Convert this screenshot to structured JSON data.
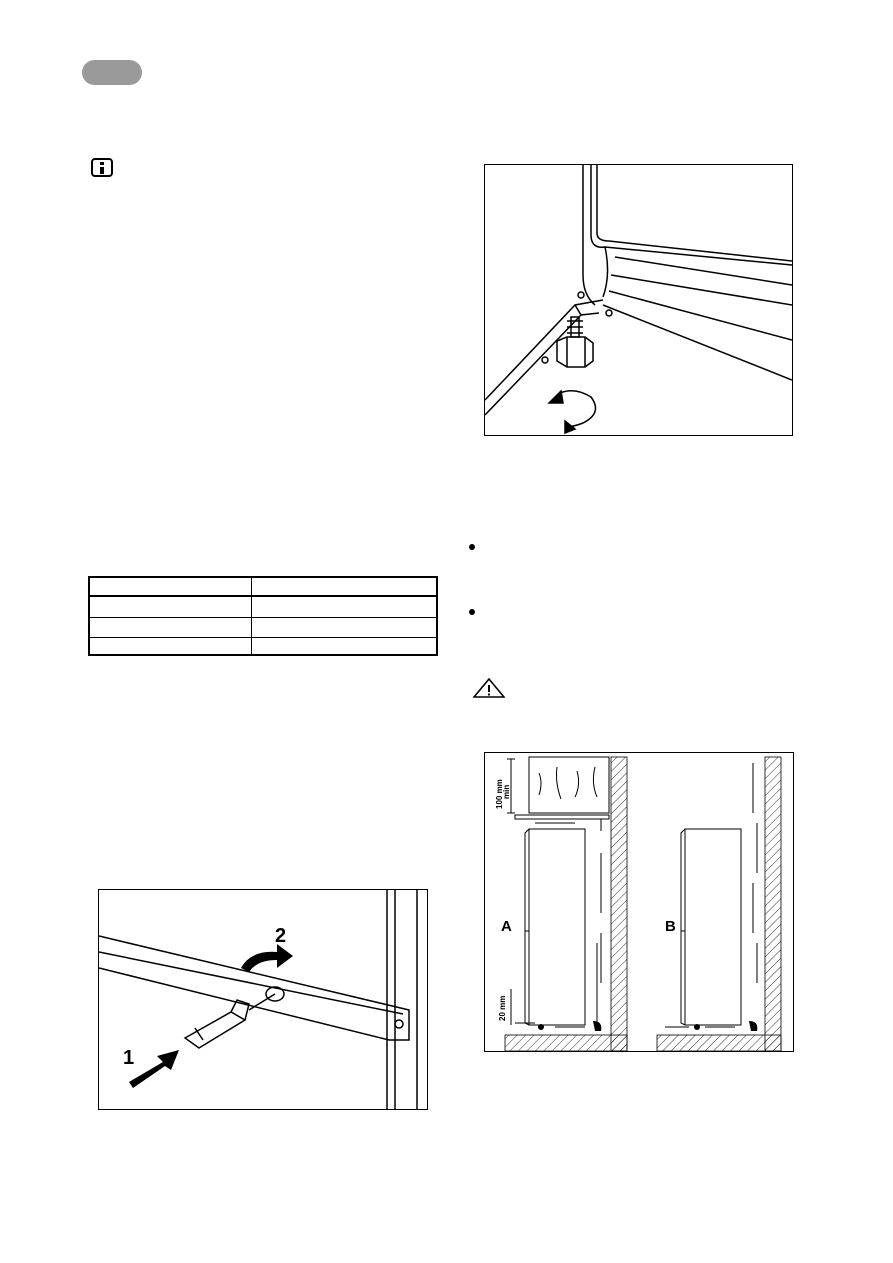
{
  "header": {
    "language_badge": ""
  },
  "figures": {
    "door_fitting": {
      "step_1": "1",
      "step_2": "2"
    },
    "foot_adjust": {},
    "ventilation": {
      "label_a": "A",
      "label_b": "B",
      "top_clearance": "100 mm",
      "top_clearance_unit": "min",
      "bottom_clearance": "20 mm"
    }
  },
  "table": {
    "columns": 2,
    "rows": 3
  }
}
